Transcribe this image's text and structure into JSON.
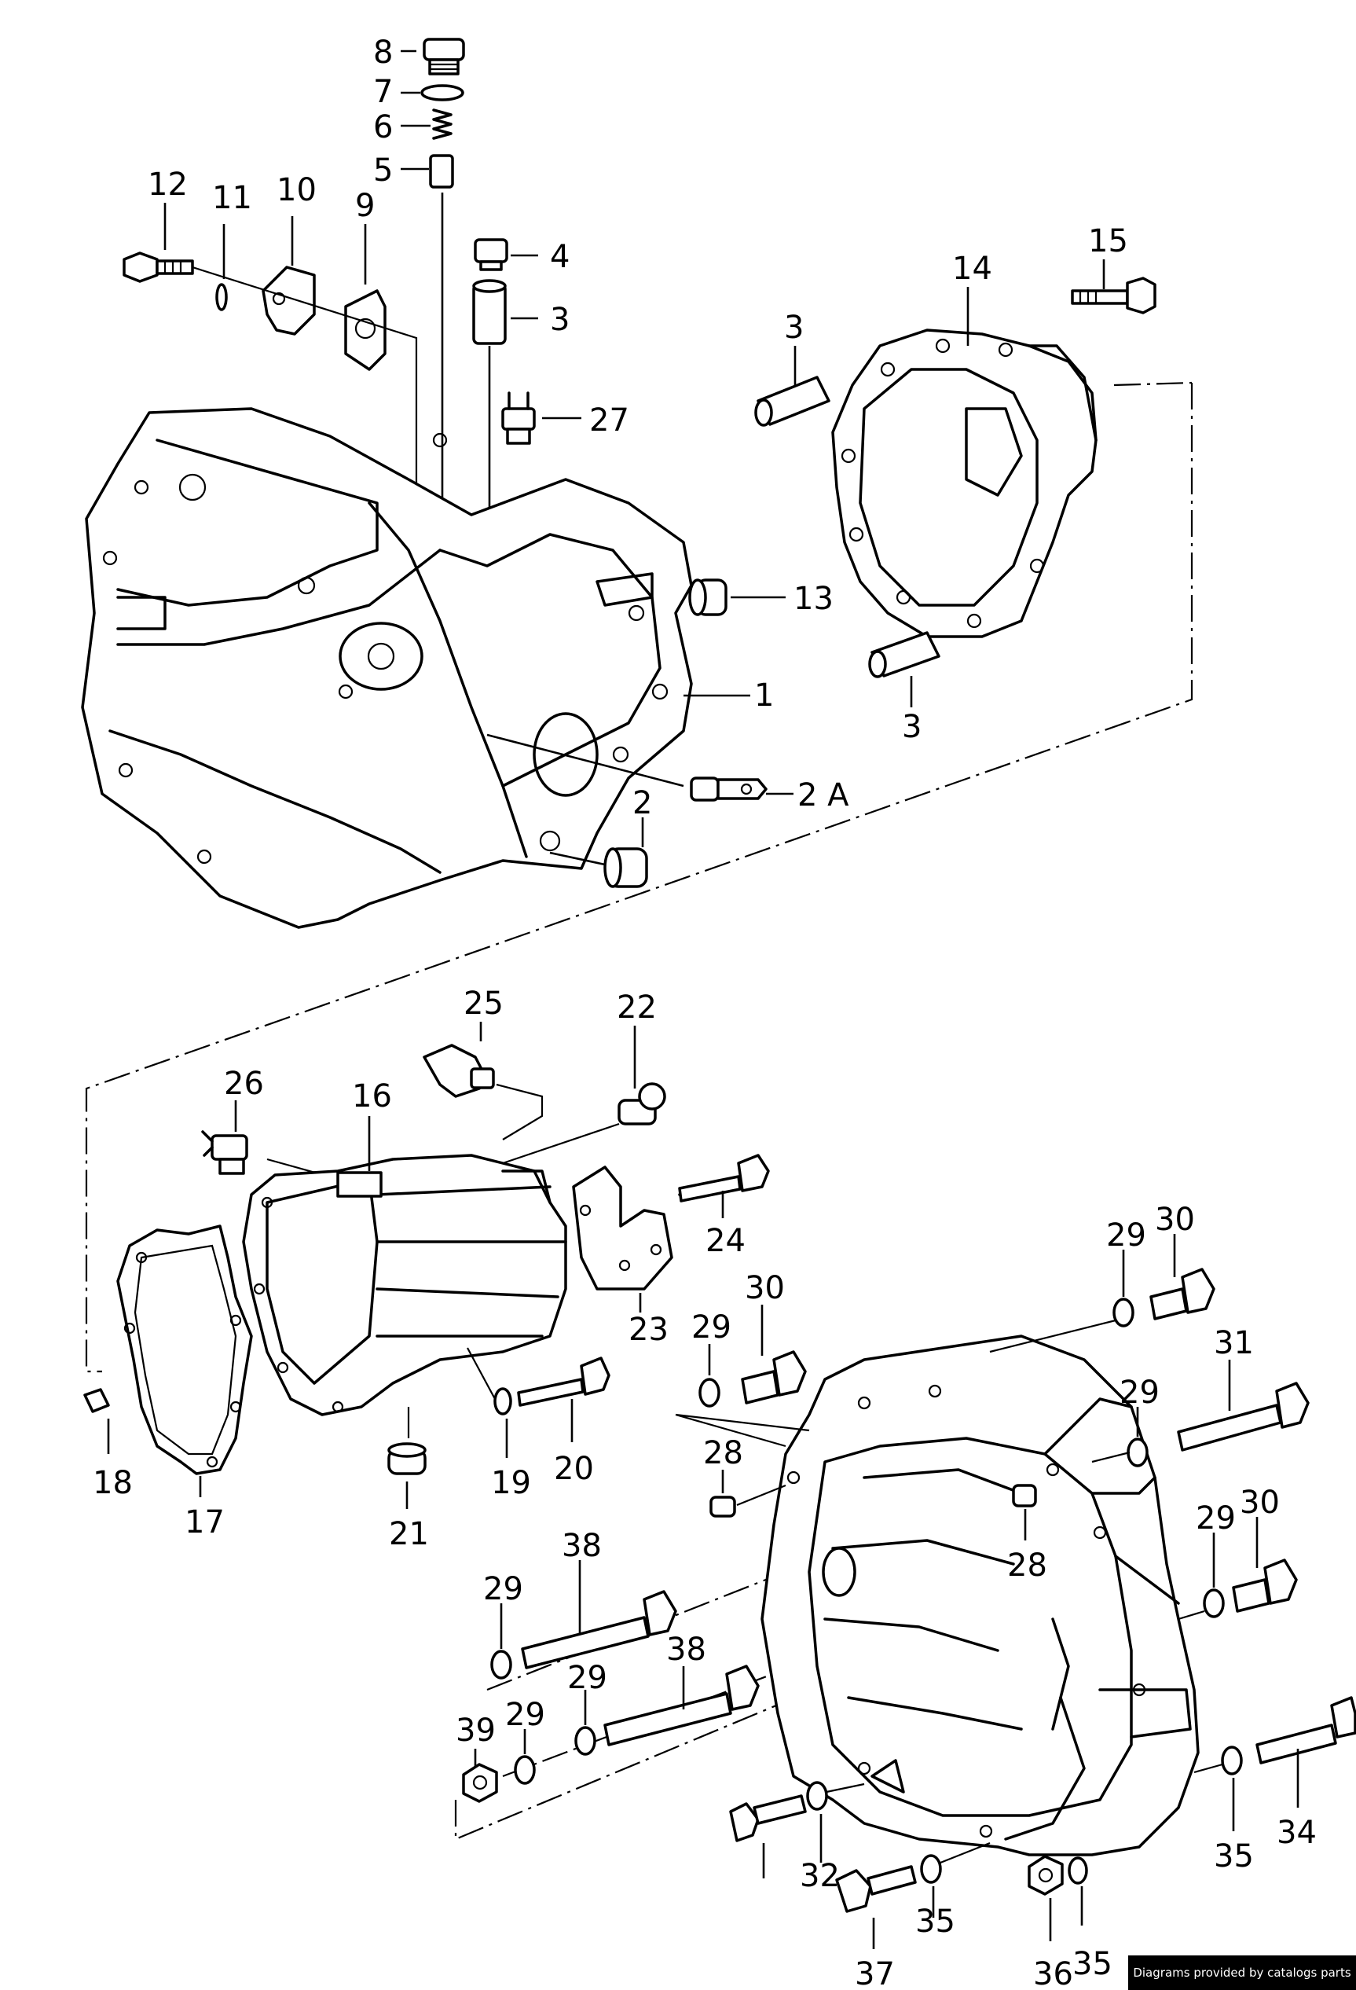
{
  "callouts": [
    {
      "id": "c8",
      "text": "8"
    },
    {
      "id": "c7",
      "text": "7"
    },
    {
      "id": "c6",
      "text": "6"
    },
    {
      "id": "c5",
      "text": "5"
    },
    {
      "id": "c12",
      "text": "12"
    },
    {
      "id": "c11",
      "text": "11"
    },
    {
      "id": "c10",
      "text": "10"
    },
    {
      "id": "c9",
      "text": "9"
    },
    {
      "id": "c4",
      "text": "4"
    },
    {
      "id": "c3a",
      "text": "3"
    },
    {
      "id": "c27",
      "text": "27"
    },
    {
      "id": "c14",
      "text": "14"
    },
    {
      "id": "c15",
      "text": "15"
    },
    {
      "id": "c3b",
      "text": "3"
    },
    {
      "id": "c13",
      "text": "13"
    },
    {
      "id": "c1",
      "text": "1"
    },
    {
      "id": "c3c",
      "text": "3"
    },
    {
      "id": "c2a",
      "text": "2 A"
    },
    {
      "id": "c2",
      "text": "2"
    },
    {
      "id": "c25",
      "text": "25"
    },
    {
      "id": "c22",
      "text": "22"
    },
    {
      "id": "c26",
      "text": "26"
    },
    {
      "id": "c16",
      "text": "16"
    },
    {
      "id": "c24",
      "text": "24"
    },
    {
      "id": "c23",
      "text": "23"
    },
    {
      "id": "c29a",
      "text": "29"
    },
    {
      "id": "c30a",
      "text": "30"
    },
    {
      "id": "c29b",
      "text": "29"
    },
    {
      "id": "c30b",
      "text": "30"
    },
    {
      "id": "c31",
      "text": "31"
    },
    {
      "id": "c29c",
      "text": "29"
    },
    {
      "id": "c28a",
      "text": "28"
    },
    {
      "id": "c28b",
      "text": "28"
    },
    {
      "id": "c29d",
      "text": "29"
    },
    {
      "id": "c30c",
      "text": "30"
    },
    {
      "id": "c18",
      "text": "18"
    },
    {
      "id": "c17",
      "text": "17"
    },
    {
      "id": "c21",
      "text": "21"
    },
    {
      "id": "c19",
      "text": "19"
    },
    {
      "id": "c20",
      "text": "20"
    },
    {
      "id": "c38a",
      "text": "38"
    },
    {
      "id": "c29e",
      "text": "29"
    },
    {
      "id": "c38b",
      "text": "38"
    },
    {
      "id": "c29f",
      "text": "29"
    },
    {
      "id": "c39",
      "text": "39"
    },
    {
      "id": "c29g",
      "text": "29"
    },
    {
      "id": "c34",
      "text": "34"
    },
    {
      "id": "c35a",
      "text": "35"
    },
    {
      "id": "c32",
      "text": "32"
    },
    {
      "id": "c35b",
      "text": "35"
    },
    {
      "id": "c37",
      "text": "37"
    },
    {
      "id": "c36",
      "text": "36"
    },
    {
      "id": "c35c",
      "text": "35"
    }
  ],
  "credit": "Diagrams provided by catalogs parts"
}
